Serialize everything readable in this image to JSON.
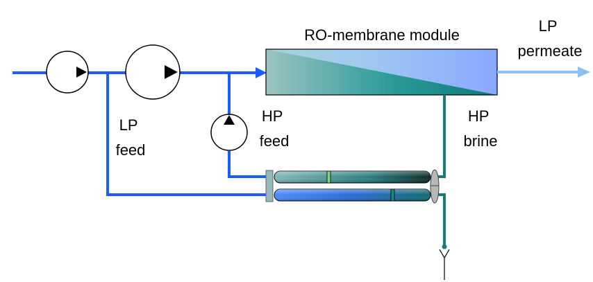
{
  "labels": {
    "module": "RO-membrane module",
    "lp_permeate": [
      "LP",
      "permeate"
    ],
    "lp_feed": [
      "LP",
      "feed"
    ],
    "hp_feed": [
      "HP",
      "feed"
    ],
    "hp_brine": [
      "HP",
      "brine"
    ]
  },
  "colors": {
    "feed_line": "#1a5cff",
    "brine_line": "#1a7a78",
    "permeate_line": "#8cc0f0"
  }
}
